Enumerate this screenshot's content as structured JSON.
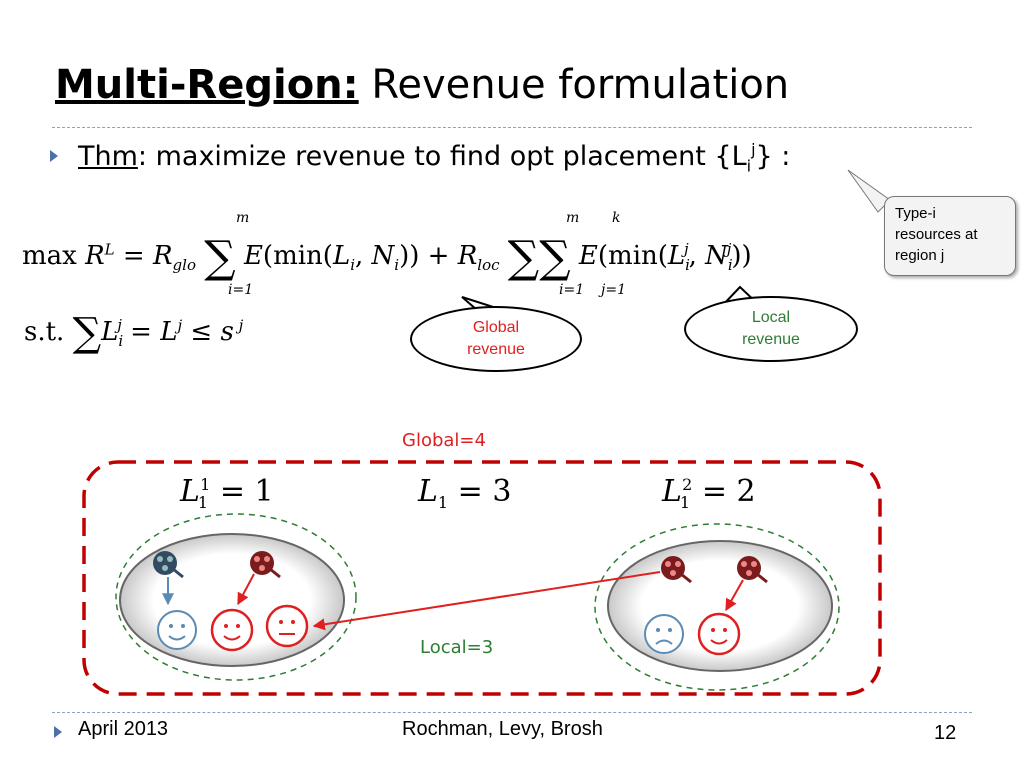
{
  "title": {
    "bold": "Multi-Region:",
    "rest": " Revenue formulation"
  },
  "bullet": {
    "thm": "Thm",
    "colon": ":",
    "text": " maximize revenue to find opt placement {L",
    "sub": "i",
    "sup": "j",
    "end": "} :"
  },
  "formula": {
    "max": "max",
    "s_t": "s.t.",
    "sum_m": "m",
    "sum_i1": "i=1",
    "sum_k": "k",
    "sum_j1": "j=1"
  },
  "callouts": {
    "type_i": [
      "Type-i",
      "resources at",
      "region j"
    ],
    "global_revenue": [
      "Global",
      "revenue"
    ],
    "local_revenue": [
      "Local",
      "revenue"
    ]
  },
  "diagram": {
    "global_label": "Global=4",
    "local_label": "Local=3",
    "l11": "= 1",
    "l1": "= 3",
    "l12": "= 2"
  },
  "colors": {
    "global": "#e02020",
    "local": "#2e7d32",
    "box": "#c00000",
    "blue": "#5b8bb5",
    "red": "#e02020"
  },
  "footer": {
    "date": "April 2013",
    "authors": "Rochman,  Levy,  Brosh",
    "page": "12"
  }
}
